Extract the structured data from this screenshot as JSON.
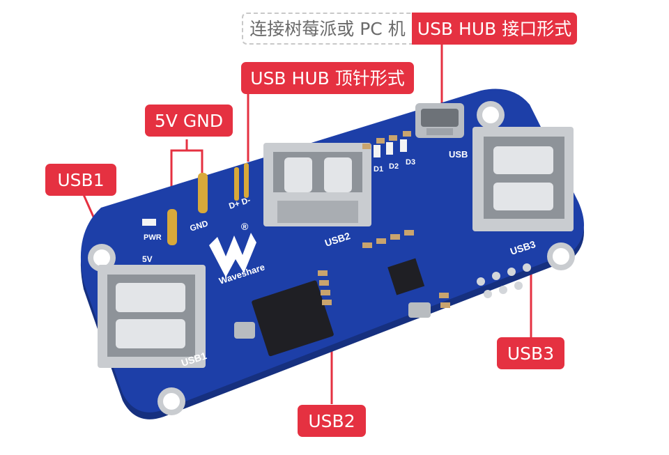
{
  "callouts": {
    "usb_pc_prefix": "连接树莓派或 PC 机",
    "usb_hub_interface": "USB HUB 接口形式",
    "usb_hub_pin": "USB HUB 顶针形式",
    "power_pins": "5V GND",
    "usb1": "USB1",
    "usb2": "USB2",
    "usb3": "USB3"
  },
  "silkscreen": {
    "usb1": "USB1",
    "usb2": "USB2",
    "usb3": "USB3",
    "usb_micro": "USB",
    "gnd": "GND",
    "five_v": "5V",
    "pwr": "PWR",
    "d_plus_minus": "D+ D-",
    "led_d1": "D1",
    "led_d2": "D2",
    "led_d3": "D3",
    "brand": "Waveshare",
    "registered": "®"
  },
  "colors": {
    "pcb": "#1d3fa8",
    "pcb_edge": "#16307f",
    "callout": "#e53141",
    "metal": "#c9ccd0",
    "gold": "#d8a93a"
  }
}
